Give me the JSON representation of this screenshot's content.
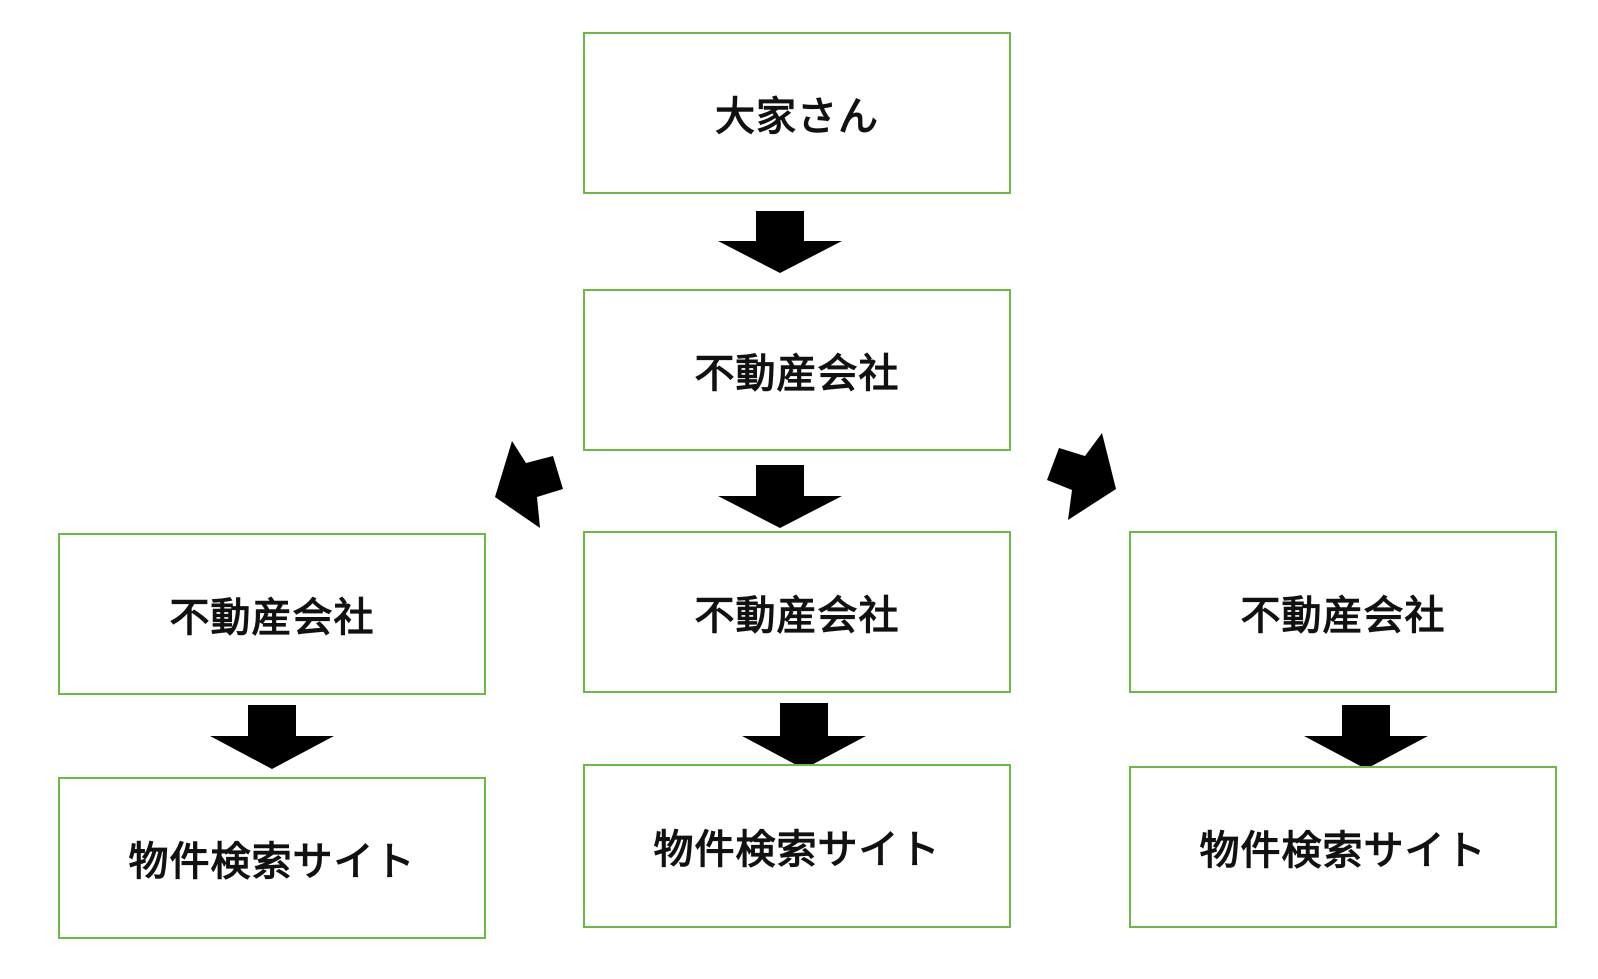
{
  "colors": {
    "box_border": "#6aba45",
    "arrow": "#000000",
    "text": "#111111",
    "background": "#ffffff"
  },
  "nodes": {
    "landlord": "大家さん",
    "agency_top": "不動産会社",
    "agency_left": "不動産会社",
    "agency_center": "不動産会社",
    "agency_right": "不動産会社",
    "site_left": "物件検索サイト",
    "site_center": "物件検索サイト",
    "site_right": "物件検索サイト"
  },
  "arrow_icons": [
    "down-arrow-icon",
    "down-left-arrow-icon",
    "down-right-arrow-icon"
  ]
}
